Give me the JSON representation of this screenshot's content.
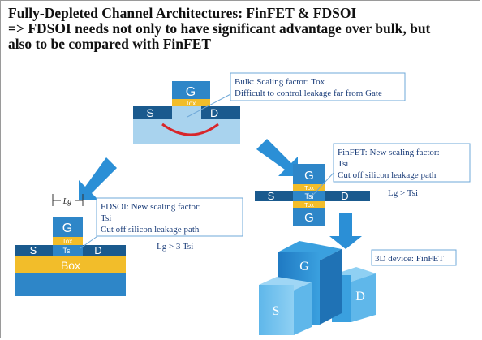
{
  "title": {
    "line1": "Fully-Depleted Channel Architectures: FinFET & FDSOI",
    "line2": "=> FDSOI needs not only to have significant advantage over bulk, but",
    "line3": "also to  be compared with FinFET"
  },
  "bulk": {
    "gate": "G",
    "oxide": "Tox",
    "source": "S",
    "drain": "D",
    "caption1": "Bulk: Scaling factor: Tox",
    "caption2": "Difficult to control leakage far from Gate"
  },
  "fdsoi": {
    "lg": "Lg",
    "gate": "G",
    "oxide": "Tox",
    "silicon": "Tsi",
    "source": "S",
    "drain": "D",
    "box": "Box",
    "caption1": "FDSOI: New scaling factor:",
    "caption2": "Tsi",
    "caption3": "Cut off silicon leakage path",
    "condition": "Lg > 3 Tsi"
  },
  "finfet": {
    "gate_top": "G",
    "oxide_top": "Tox",
    "silicon": "Tsi",
    "oxide_bottom": "Tox",
    "gate_bottom": "G",
    "source": "S",
    "drain": "D",
    "caption1": "FinFET: New scaling factor:",
    "caption2": "Tsi",
    "caption3": "Cut off silicon leakage path",
    "condition": "Lg > Tsi"
  },
  "device3d": {
    "caption": "3D device: FinFET",
    "gate": "G",
    "source": "S",
    "drain": "D"
  },
  "colors": {
    "gate_blue": "#2e86c8",
    "oxide_yellow": "#f2bd2a",
    "substrate_light": "#a9d3ee",
    "contact_dark": "#1a5a8e",
    "arrow_blue": "#2b8fd6",
    "channel_red": "#d8262b",
    "box_dark": "#0e5d8c",
    "caption_border": "#6fa8d8"
  }
}
